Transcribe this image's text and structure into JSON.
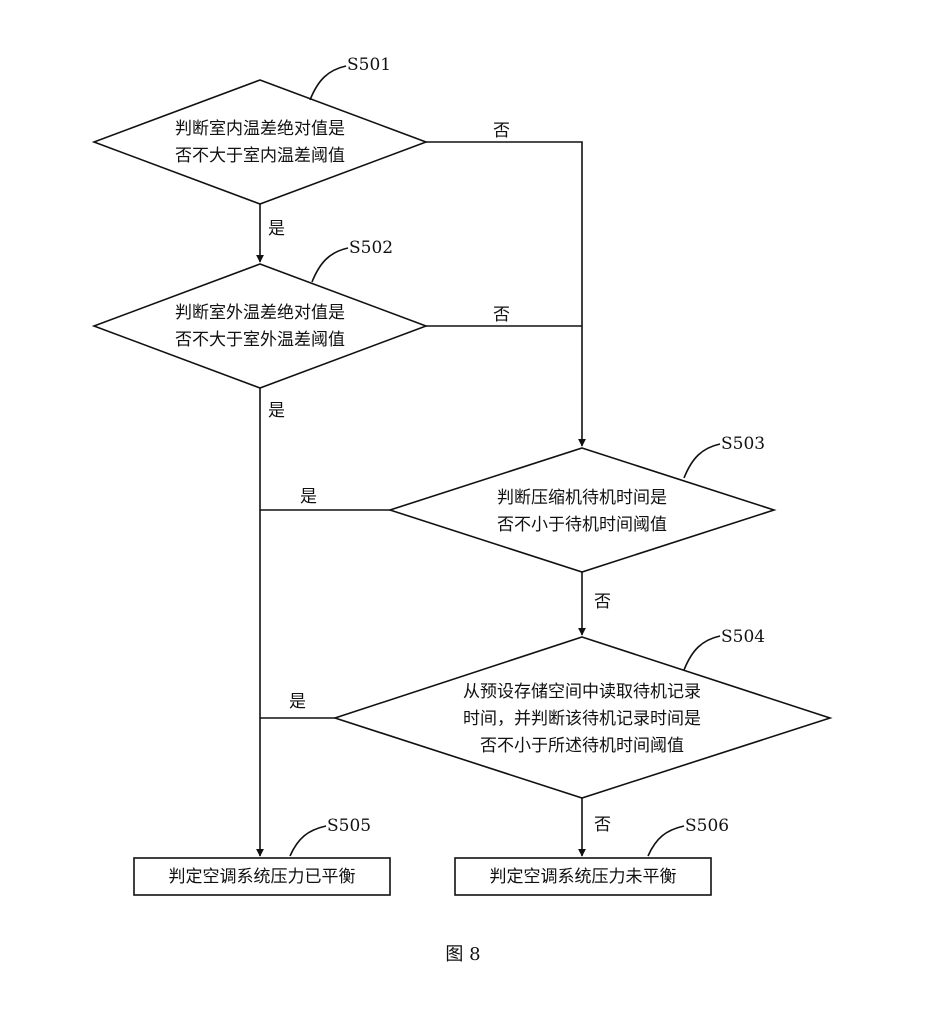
{
  "nodes": {
    "s501": {
      "step": "S501",
      "lines": [
        "判断室内温差绝对值是",
        "否不大于室内温差阈值"
      ]
    },
    "s502": {
      "step": "S502",
      "lines": [
        "判断室外温差绝对值是",
        "否不大于室外温差阈值"
      ]
    },
    "s503": {
      "step": "S503",
      "lines": [
        "判断压缩机待机时间是",
        "否不小于待机时间阈值"
      ]
    },
    "s504": {
      "step": "S504",
      "lines": [
        "从预设存储空间中读取待机记录",
        "时间，并判断该待机记录时间是",
        "否不小于所述待机时间阈值"
      ]
    },
    "s505": {
      "step": "S505",
      "text": "判定空调系统压力已平衡"
    },
    "s506": {
      "step": "S506",
      "text": "判定空调系统压力未平衡"
    }
  },
  "branches": {
    "s501_no": "否",
    "s501_yes": "是",
    "s502_no": "否",
    "s502_yes": "是",
    "s503_yes": "是",
    "s503_no": "否",
    "s504_yes": "是",
    "s504_no": "否"
  },
  "caption": "图 8"
}
